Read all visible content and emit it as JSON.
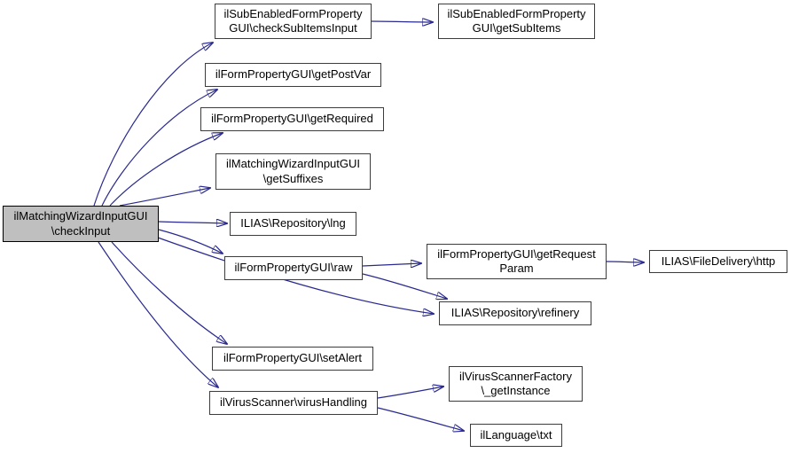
{
  "diagram": {
    "kind": "doxygen-call-graph",
    "background_color": "#ffffff",
    "edge_color": "#29298f",
    "node_fill": "#ffffff",
    "node_border_color": "#3c3c3c",
    "focus_node_fill": "#bfbfbf",
    "focus_node_border_color": "#000000"
  },
  "nodes": {
    "main": {
      "lines": [
        "ilMatchingWizardInputGUI",
        "\\checkInput"
      ],
      "focus": true
    },
    "checkSubItemsInput": {
      "lines": [
        "ilSubEnabledFormProperty",
        "GUI\\checkSubItemsInput"
      ]
    },
    "getSubItems": {
      "lines": [
        "ilSubEnabledFormProperty",
        "GUI\\getSubItems"
      ]
    },
    "getPostVar": {
      "lines": [
        "ilFormPropertyGUI\\getPostVar"
      ]
    },
    "getRequired": {
      "lines": [
        "ilFormPropertyGUI\\getRequired"
      ]
    },
    "getSuffixes": {
      "lines": [
        "ilMatchingWizardInputGUI",
        "\\getSuffixes"
      ]
    },
    "lng": {
      "lines": [
        "ILIAS\\Repository\\lng"
      ]
    },
    "raw": {
      "lines": [
        "ilFormPropertyGUI\\raw"
      ]
    },
    "getRequestParam": {
      "lines": [
        "ilFormPropertyGUI\\getRequest",
        "Param"
      ]
    },
    "http": {
      "lines": [
        "ILIAS\\FileDelivery\\http"
      ]
    },
    "refinery": {
      "lines": [
        "ILIAS\\Repository\\refinery"
      ]
    },
    "setAlert": {
      "lines": [
        "ilFormPropertyGUI\\setAlert"
      ]
    },
    "virusHandling": {
      "lines": [
        "ilVirusScanner\\virusHandling"
      ]
    },
    "getInstance": {
      "lines": [
        "ilVirusScannerFactory",
        "\\_getInstance"
      ]
    },
    "txt": {
      "lines": [
        "ilLanguage\\txt"
      ]
    }
  },
  "edges": [
    {
      "from": "ilMatchingWizardInputGUI\\checkInput",
      "to": "ilSubEnabledFormPropertyGUI\\checkSubItemsInput"
    },
    {
      "from": "ilMatchingWizardInputGUI\\checkInput",
      "to": "ilFormPropertyGUI\\getPostVar"
    },
    {
      "from": "ilMatchingWizardInputGUI\\checkInput",
      "to": "ilFormPropertyGUI\\getRequired"
    },
    {
      "from": "ilMatchingWizardInputGUI\\checkInput",
      "to": "ilMatchingWizardInputGUI\\getSuffixes"
    },
    {
      "from": "ilMatchingWizardInputGUI\\checkInput",
      "to": "ILIAS\\Repository\\lng"
    },
    {
      "from": "ilMatchingWizardInputGUI\\checkInput",
      "to": "ilFormPropertyGUI\\raw"
    },
    {
      "from": "ilMatchingWizardInputGUI\\checkInput",
      "to": "ILIAS\\Repository\\refinery"
    },
    {
      "from": "ilMatchingWizardInputGUI\\checkInput",
      "to": "ilFormPropertyGUI\\setAlert"
    },
    {
      "from": "ilMatchingWizardInputGUI\\checkInput",
      "to": "ilVirusScanner\\virusHandling"
    },
    {
      "from": "ilSubEnabledFormPropertyGUI\\checkSubItemsInput",
      "to": "ilSubEnabledFormPropertyGUI\\getSubItems"
    },
    {
      "from": "ilFormPropertyGUI\\raw",
      "to": "ilFormPropertyGUI\\getRequestParam"
    },
    {
      "from": "ilFormPropertyGUI\\raw",
      "to": "ILIAS\\Repository\\refinery"
    },
    {
      "from": "ilFormPropertyGUI\\getRequestParam",
      "to": "ILIAS\\FileDelivery\\http"
    },
    {
      "from": "ilVirusScanner\\virusHandling",
      "to": "ilVirusScannerFactory\\_getInstance"
    },
    {
      "from": "ilVirusScanner\\virusHandling",
      "to": "ilLanguage\\txt"
    }
  ]
}
